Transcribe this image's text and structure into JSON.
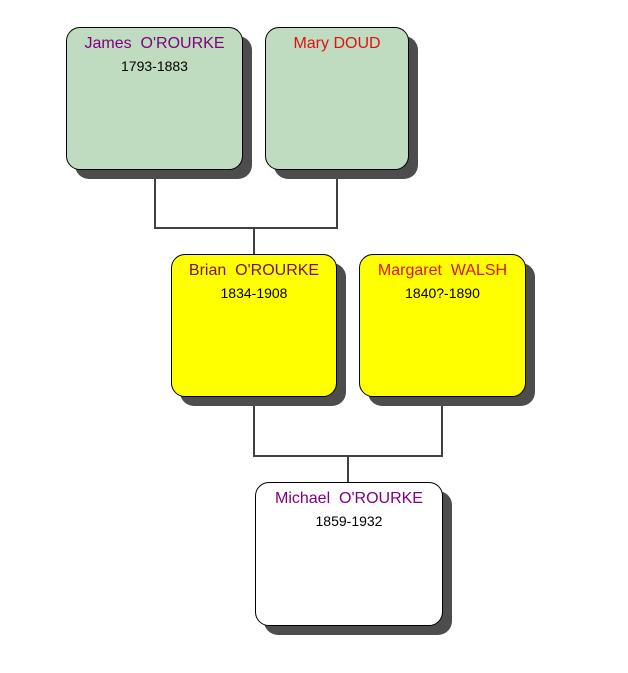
{
  "people": [
    {
      "name": "James  O'ROURKE",
      "dates": "1793-1883",
      "name_color": "#800080",
      "fill": "#c0dcc0"
    },
    {
      "name": "Mary DOUD",
      "dates": "",
      "name_color": "#e01010",
      "fill": "#c0dcc0"
    },
    {
      "name": "Brian  O'ROURKE",
      "dates": "1834-1908",
      "name_color": "#7a1040",
      "fill": "#ffff00"
    },
    {
      "name": "Margaret  WALSH",
      "dates": "1840?-1890",
      "name_color": "#e01010",
      "fill": "#ffff00"
    },
    {
      "name": "Michael  O'ROURKE",
      "dates": "1859-1932",
      "name_color": "#800080",
      "fill": "#ffffff"
    }
  ]
}
